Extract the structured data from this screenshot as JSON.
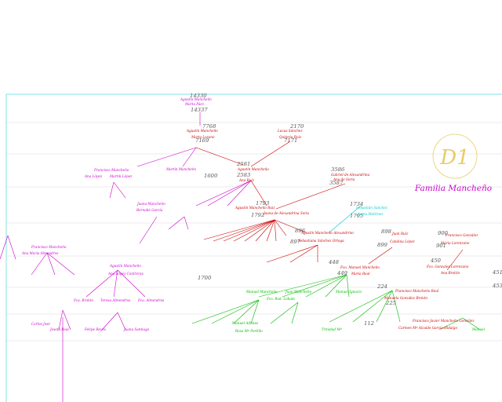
{
  "title": "Familia Mancheño",
  "emblem": "D1",
  "colors": {
    "magenta": "#cc00cc",
    "red": "#cc0000",
    "green": "#00bb00",
    "cyan": "#00c8d0",
    "grid": "#d8d8d8",
    "emblem": "#e8cc66",
    "year": "#555555"
  },
  "years": [
    "14330",
    "14337",
    "7768",
    "7169",
    "2170",
    "7171",
    "2581",
    "2583",
    "1600",
    "3586",
    "3587",
    "1793",
    "1734",
    "1792",
    "1795",
    "896",
    "897",
    "898",
    "899",
    "900",
    "901",
    "1700",
    "449",
    "450",
    "448",
    "451",
    "453",
    "224",
    "225",
    "112"
  ],
  "people": [
    {
      "id": "p1",
      "name": "Agustín Mancheño",
      "color": "magenta"
    },
    {
      "id": "p2",
      "name": "Marta Páez",
      "color": "magenta"
    },
    {
      "id": "p3",
      "name": "Agustín Mancheño",
      "color": "red"
    },
    {
      "id": "p4",
      "name": "Marta Lozano",
      "color": "red"
    },
    {
      "id": "p5",
      "name": "Lucas Sánchez",
      "color": "red"
    },
    {
      "id": "p6",
      "name": "Quiteria Ruiz",
      "color": "red"
    },
    {
      "id": "p7",
      "name": "Agustín Mancheño",
      "color": "red"
    },
    {
      "id": "p8",
      "name": "Ana Ruiz",
      "color": "red"
    },
    {
      "id": "p9",
      "name": "Francisco Mancheño",
      "color": "magenta"
    },
    {
      "id": "p10",
      "name": "Ana López",
      "color": "magenta"
    },
    {
      "id": "p11",
      "name": "Martín López",
      "color": "magenta"
    },
    {
      "id": "p12",
      "name": "Martín Mancheño",
      "color": "magenta"
    },
    {
      "id": "p13",
      "name": "Gabriel de Alexandrina",
      "color": "red"
    },
    {
      "id": "p14",
      "name": "Ana de Soria",
      "color": "red"
    },
    {
      "id": "p15",
      "name": "Sebastián Sánchez",
      "color": "cyan"
    },
    {
      "id": "p16",
      "name": "Juana Martínez",
      "color": "cyan"
    },
    {
      "id": "p17",
      "name": "Juana Mancheño",
      "color": "magenta"
    },
    {
      "id": "p18",
      "name": "Bernabé García",
      "color": "magenta"
    },
    {
      "id": "p19",
      "name": "Agustín Mancheño Ruiz",
      "color": "red"
    },
    {
      "id": "p20",
      "name": "Juana de Alexandrina Soria",
      "color": "red"
    },
    {
      "id": "p21",
      "name": "Agustín Mancheño Alexandrino",
      "color": "red"
    },
    {
      "id": "p22",
      "name": "Sebastiana Sánchez Ortega",
      "color": "red"
    },
    {
      "id": "p23",
      "name": "Juan Ruiz",
      "color": "red"
    },
    {
      "id": "p24",
      "name": "Catalina López",
      "color": "red"
    },
    {
      "id": "p25",
      "name": "Francisco González",
      "color": "red"
    },
    {
      "id": "p26",
      "name": "María Lorenzano",
      "color": "red"
    },
    {
      "id": "p27",
      "name": "Francisco Mancheño",
      "color": "magenta"
    },
    {
      "id": "p28",
      "name": "Ana María Almendros",
      "color": "magenta"
    },
    {
      "id": "p29",
      "name": "Agustín Mancheño",
      "color": "magenta"
    },
    {
      "id": "p30",
      "name": "Ana López Contreras",
      "color": "magenta"
    },
    {
      "id": "p31",
      "name": "Fco. Manuel Mancheño",
      "color": "red"
    },
    {
      "id": "p32",
      "name": "María Real",
      "color": "red"
    },
    {
      "id": "p33",
      "name": "Fco. Gonzalez Lorenzano",
      "color": "red"
    },
    {
      "id": "p34",
      "name": "Ana Brotón",
      "color": "red"
    },
    {
      "id": "p35",
      "name": "Francisco Mancheño Real",
      "color": "red"
    },
    {
      "id": "p36",
      "name": "Manuela González Brotón",
      "color": "red"
    },
    {
      "id": "p37",
      "name": "Fca. Brotón",
      "color": "magenta"
    },
    {
      "id": "p38",
      "name": "Teresa Almendros",
      "color": "magenta"
    },
    {
      "id": "p39",
      "name": "Fca. Almendros",
      "color": "magenta"
    },
    {
      "id": "p40",
      "name": "Manuel Mancheño",
      "color": "green"
    },
    {
      "id": "p41",
      "name": "Juan Mancheño",
      "color": "green"
    },
    {
      "id": "p42",
      "name": "Manuel Ignacio",
      "color": "green"
    },
    {
      "id": "p43",
      "name": "Fco. Rod. Lobato",
      "color": "green"
    },
    {
      "id": "p44",
      "name": "Francisco Javier Mancheño González",
      "color": "red"
    },
    {
      "id": "p45",
      "name": "Carmen Mª Alcaide García-Hidalgo",
      "color": "red"
    },
    {
      "id": "p46",
      "name": "Manuel Alfonso",
      "color": "green"
    },
    {
      "id": "p47",
      "name": "Rosa Mª Portillo",
      "color": "green"
    },
    {
      "id": "p48",
      "name": "Trinidad Mª",
      "color": "green"
    },
    {
      "id": "p49",
      "name": "Manuel",
      "color": "green"
    },
    {
      "id": "p50",
      "name": "Carlos José",
      "color": "magenta"
    },
    {
      "id": "p51",
      "name": "Josefa Real",
      "color": "magenta"
    },
    {
      "id": "p52",
      "name": "Felipe Reyes",
      "color": "magenta"
    },
    {
      "id": "p53",
      "name": "Juana Santiago",
      "color": "magenta"
    }
  ]
}
